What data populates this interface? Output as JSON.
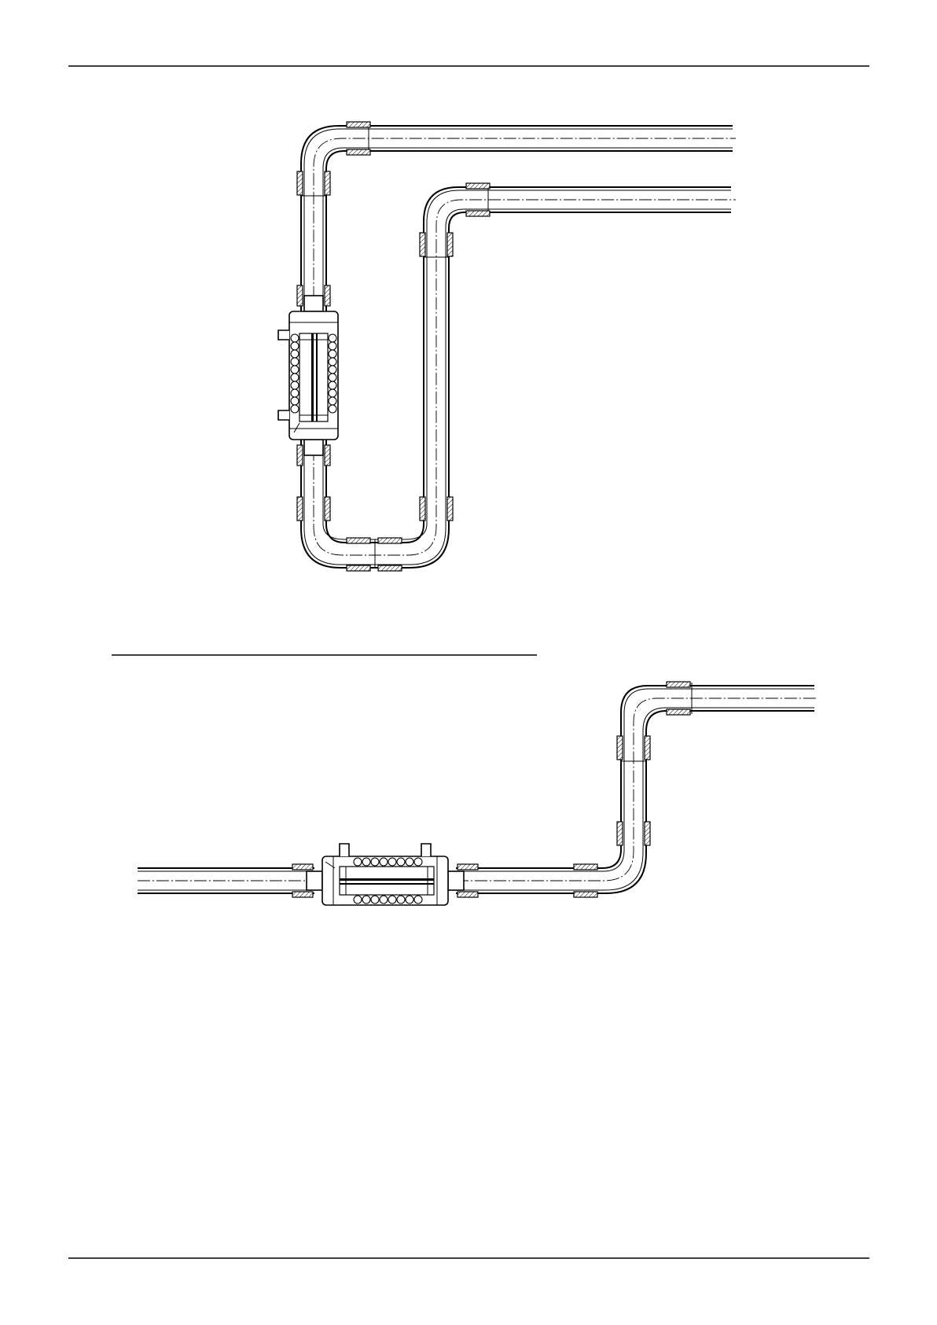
{
  "diagram": {
    "subject": "pipe-routing-with-inline-coupler",
    "views": [
      {
        "name": "vertical-loop-with-coupler"
      },
      {
        "name": "horizontal-run-with-coupler"
      }
    ]
  },
  "colors": {
    "line": "#000000",
    "background": "#ffffff"
  }
}
